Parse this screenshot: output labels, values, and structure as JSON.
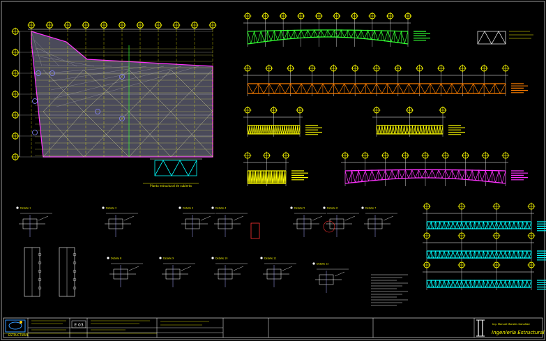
{
  "drawing": {
    "sheet_number": "E 03",
    "title_main": "ESTRUCTURAL",
    "firm_name": "Ingeniería Estructural",
    "engineer": "Ing. Manuel Morales González",
    "plan_caption": "Planta estructural de cubierta",
    "detail_labels": [
      "Detalle 1",
      "Detalle 2",
      "Detalle 3",
      "Detalle 4",
      "Detalle 5",
      "Detalle 6",
      "Detalle 7",
      "Detalle 8",
      "Detalle 9",
      "Detalle 10",
      "Detalle 11",
      "Detalle 12"
    ]
  },
  "colors": {
    "background": "#000000",
    "grid_yellow": "#ffff00",
    "grid_white": "#ffffff",
    "truss_green": "#33ff33",
    "truss_orange": "#ff7f00",
    "truss_magenta": "#ff33ff",
    "truss_cyan": "#00ffff",
    "truss_yellow": "#ffff00",
    "plan_fill": "#4a4a5a",
    "plan_outline": "#ff33ff",
    "title_blue": "#3399ff"
  },
  "icons": [
    "column-axis-bubble-icon",
    "logo-icon"
  ]
}
